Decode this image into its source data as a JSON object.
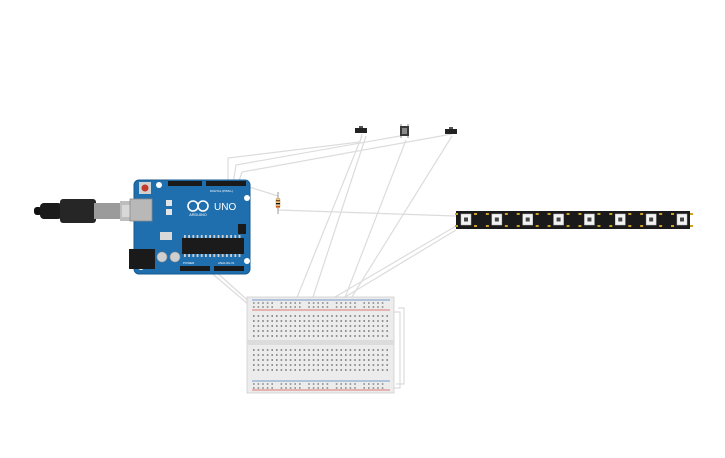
{
  "arduino": {
    "brand_text": "ARDUINO",
    "model_text": "UNO",
    "digital_header_label": "DIGITAL (PWM~)",
    "power_label": "POWER",
    "analog_label": "ANALOG IN",
    "board_color": "#1f6fae",
    "board_edge_color": "#155a8f"
  },
  "components": {
    "usb_cable_icon": "usb-cable-icon",
    "resistor_icon": "resistor-icon",
    "switch_icon": "slide-switch-icon",
    "pushbutton_icon": "pushbutton-icon",
    "led_strip_icon": "neopixel-strip-icon",
    "led_count": 8,
    "led_strip_color": "#1a1a1a"
  },
  "wires": {
    "color": "#dcdcdc"
  },
  "breadboard": {
    "rail_positive_color": "#d9534f",
    "rail_negative_color": "#4a7fc1"
  }
}
